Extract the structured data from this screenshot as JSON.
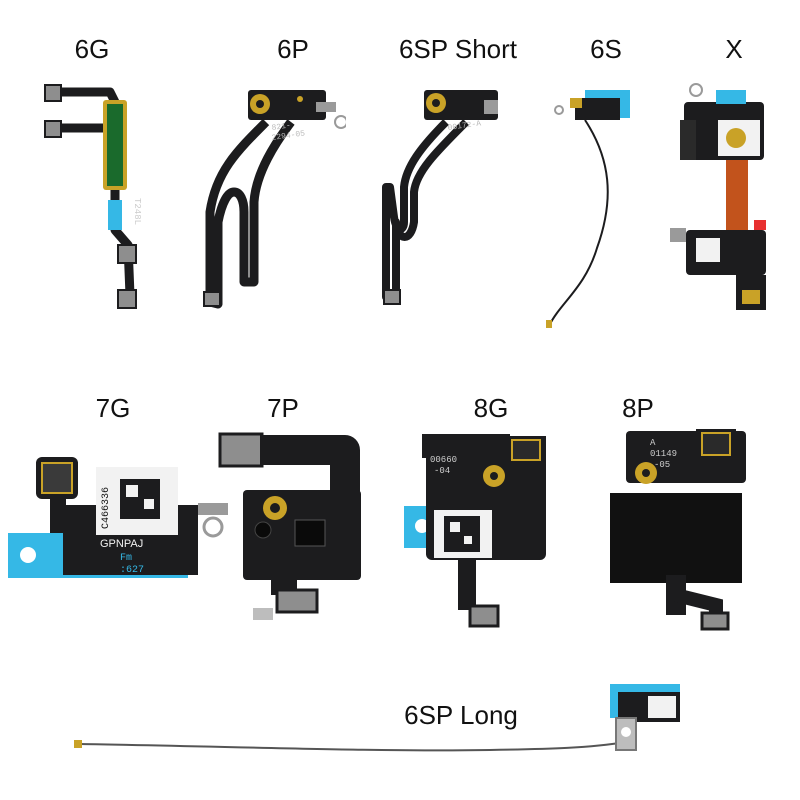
{
  "labels": {
    "p6g": "6G",
    "p6p": "6P",
    "p6sp_short": "6SP Short",
    "p6s": "6S",
    "px": "X",
    "p7g": "7G",
    "p7p": "7P",
    "p8g": "8G",
    "p8p": "8P",
    "p6sp_long": "6SP Long"
  },
  "printed": {
    "p6g_code": "T248L",
    "p6p_code1": "821-",
    "p6p_code2": "2294-05",
    "p6sp_code": "00172-A",
    "p7g_code": "C466336",
    "p7g_code2": "GPNPAJ",
    "p7g_code3": "Fm",
    "p7g_code4": ":627",
    "p8g_code1": "00660",
    "p8g_code2": "-04",
    "p8p_code1": "A",
    "p8p_code2": "01149",
    "p8p_code3": "-05"
  },
  "colors": {
    "flex": "#1c1c1e",
    "gold": "#c9a227",
    "blue_tab": "#35b8e6",
    "orange": "#c2531c",
    "metal": "#9a9a9a",
    "sticker": "#f2f2f2"
  }
}
